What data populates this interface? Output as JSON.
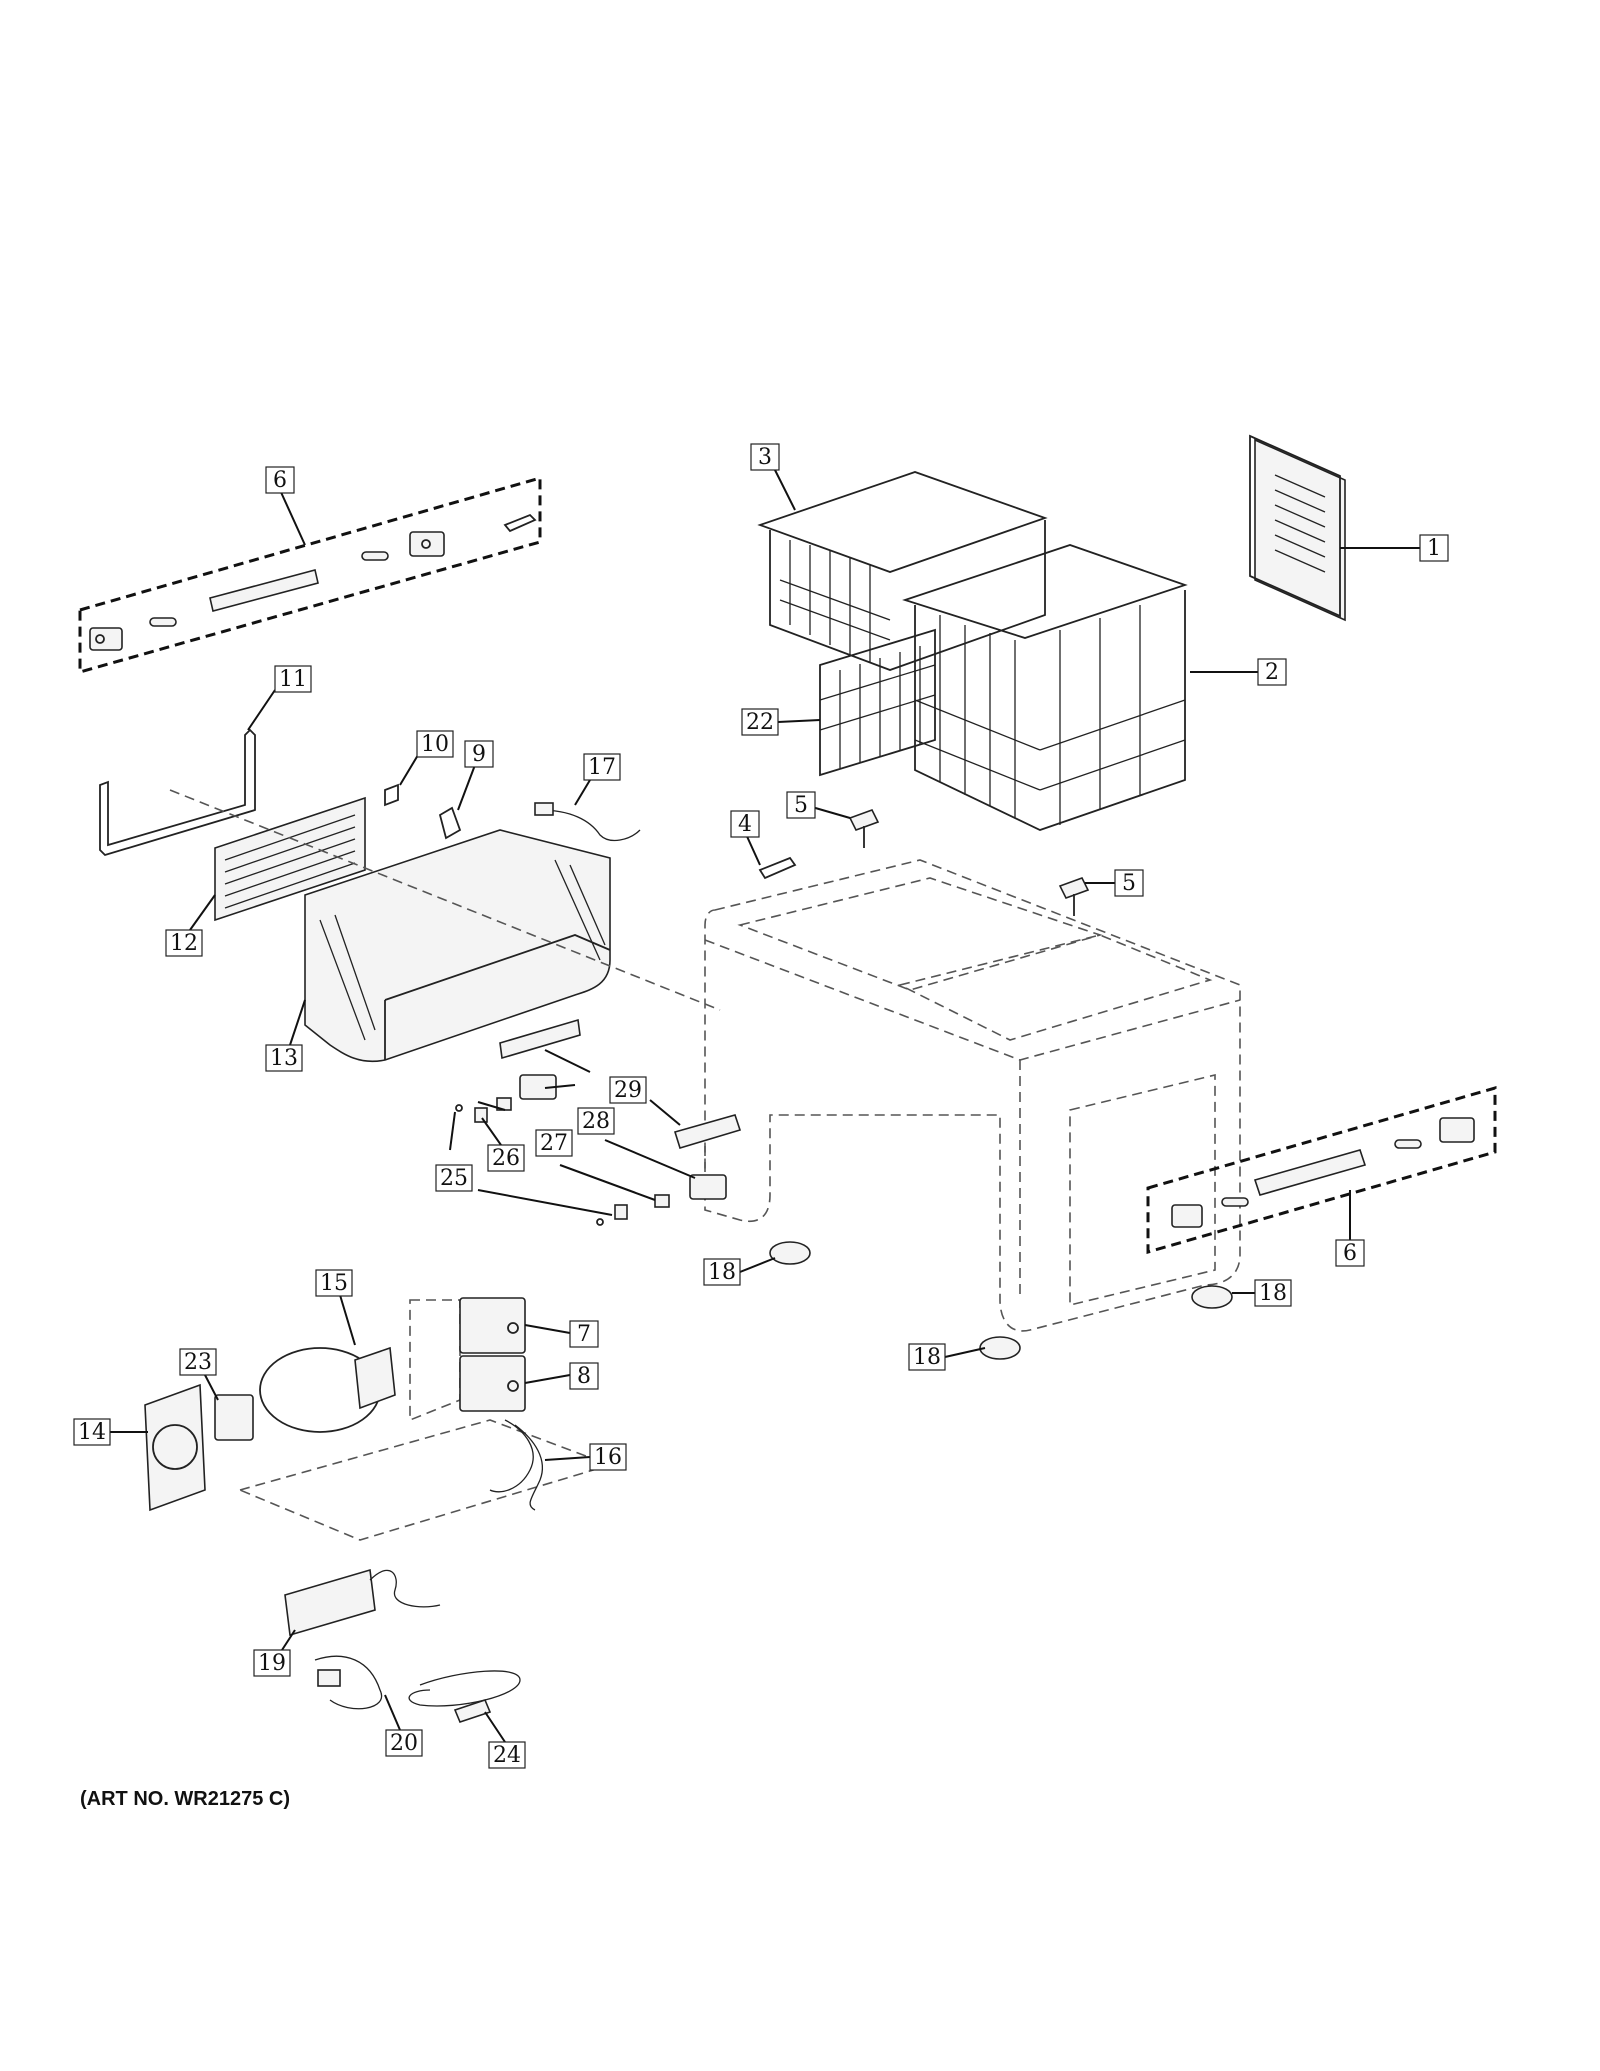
{
  "art_number": "(ART NO. WR21275 C)",
  "callouts": [
    {
      "id": "c1",
      "label": "1"
    },
    {
      "id": "c2",
      "label": "2"
    },
    {
      "id": "c3",
      "label": "3"
    },
    {
      "id": "c4",
      "label": "4"
    },
    {
      "id": "c5a",
      "label": "5"
    },
    {
      "id": "c5b",
      "label": "5"
    },
    {
      "id": "c6a",
      "label": "6"
    },
    {
      "id": "c6b",
      "label": "6"
    },
    {
      "id": "c7",
      "label": "7"
    },
    {
      "id": "c8",
      "label": "8"
    },
    {
      "id": "c9",
      "label": "9"
    },
    {
      "id": "c10",
      "label": "10"
    },
    {
      "id": "c11",
      "label": "11"
    },
    {
      "id": "c12",
      "label": "12"
    },
    {
      "id": "c13",
      "label": "13"
    },
    {
      "id": "c14",
      "label": "14"
    },
    {
      "id": "c15",
      "label": "15"
    },
    {
      "id": "c16",
      "label": "16"
    },
    {
      "id": "c17",
      "label": "17"
    },
    {
      "id": "c18a",
      "label": "18"
    },
    {
      "id": "c18b",
      "label": "18"
    },
    {
      "id": "c18c",
      "label": "18"
    },
    {
      "id": "c19",
      "label": "19"
    },
    {
      "id": "c20",
      "label": "20"
    },
    {
      "id": "c22",
      "label": "22"
    },
    {
      "id": "c23",
      "label": "23"
    },
    {
      "id": "c24",
      "label": "24"
    },
    {
      "id": "c25",
      "label": "25"
    },
    {
      "id": "c26",
      "label": "26"
    },
    {
      "id": "c27",
      "label": "27"
    },
    {
      "id": "c28",
      "label": "28"
    },
    {
      "id": "c29",
      "label": "29"
    }
  ]
}
